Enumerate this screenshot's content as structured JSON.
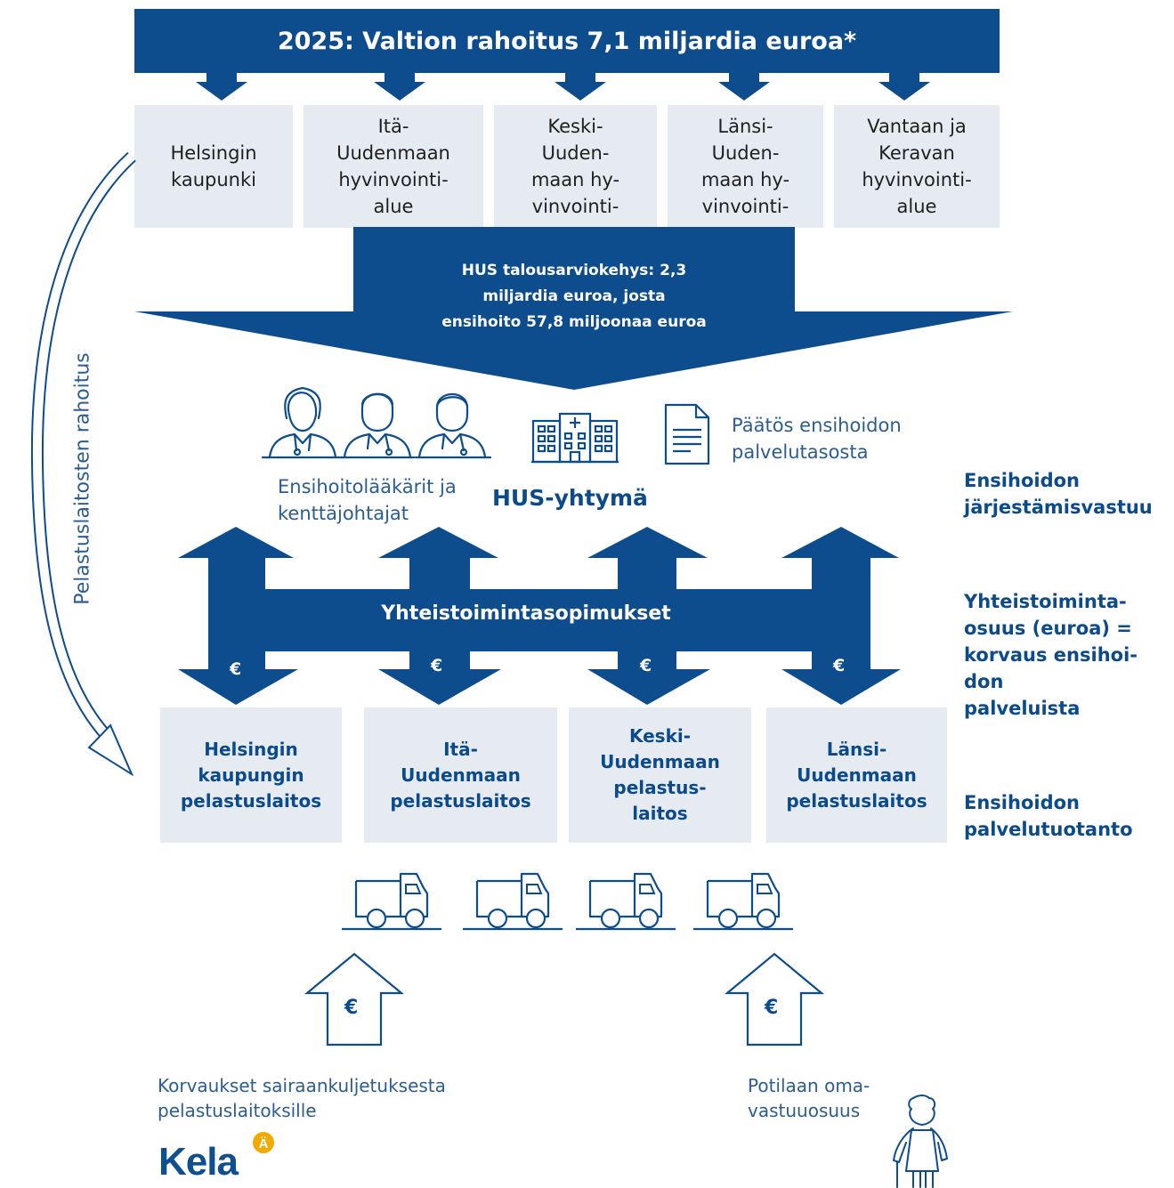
{
  "banner": {
    "title": "2025: Valtion rahoitus 7,1 miljardia euroa*"
  },
  "regions": [
    {
      "name": "Helsingin\nkaupunki"
    },
    {
      "name": "Itä-\nUudenmaan\nhyvinvointi-\nalue"
    },
    {
      "name": "Keski-\nUuden-\nmaan hy-\nvinvointi-"
    },
    {
      "name": "Länsi-\nUuden-\nmaan hy-\nvinvointi-"
    },
    {
      "name": "Vantaan ja\nKeravan\nhyvinvointi-\nalue"
    }
  ],
  "hus_budget": {
    "text": "HUS talousarviokehys: 2,3\nmiljardia euroa, josta\nensihoito 57,8 miljoonaa euroa"
  },
  "left_arrow_label": "Pelastuslaitosten rahoitus",
  "hus": {
    "doctors_label": "Ensihoitolääkärit ja\nkenttäjohtajat",
    "name": "HUS-yhtymä",
    "decision_label": "Päätös ensihoidon\npalvelutasosta",
    "icons": {
      "staff": "medical-staff-icon",
      "hospital": "hospital-building-icon",
      "document": "document-icon"
    }
  },
  "agreements": {
    "label": "Yhteistoimintasopimukset",
    "currency": "€"
  },
  "rescue_depts": [
    {
      "name": "Helsingin\nkaupungin\npelastuslaitos"
    },
    {
      "name": "Itä-\nUudenmaan\npelastuslaitos"
    },
    {
      "name": "Keski-\nUudenmaan\npelastus-\nlaitos"
    },
    {
      "name": "Länsi-\nUudenmaan\npelastuslaitos"
    }
  ],
  "side_labels": {
    "organizing": "Ensihoidon\njärjestämisvastuu",
    "cooperation": "Yhteistoiminta-\nosuus (euroa) =\nkorvaus ensihoi-\ndon\npalveluista",
    "production": "Ensihoidon\npalvelutuotanto"
  },
  "bottom": {
    "currency": "€",
    "kela_text": "Korvaukset sairaankuljetuksesta\npelastuslaitoksille",
    "kela_logo": "Kela",
    "patient_text": "Potilaan oma-\nvastuuosuus"
  },
  "colors": {
    "navy": "#0d4c8d",
    "light_box": "#e6ebf1",
    "text_blue": "#0b4a8b",
    "kela_orange": "#f2a900"
  }
}
